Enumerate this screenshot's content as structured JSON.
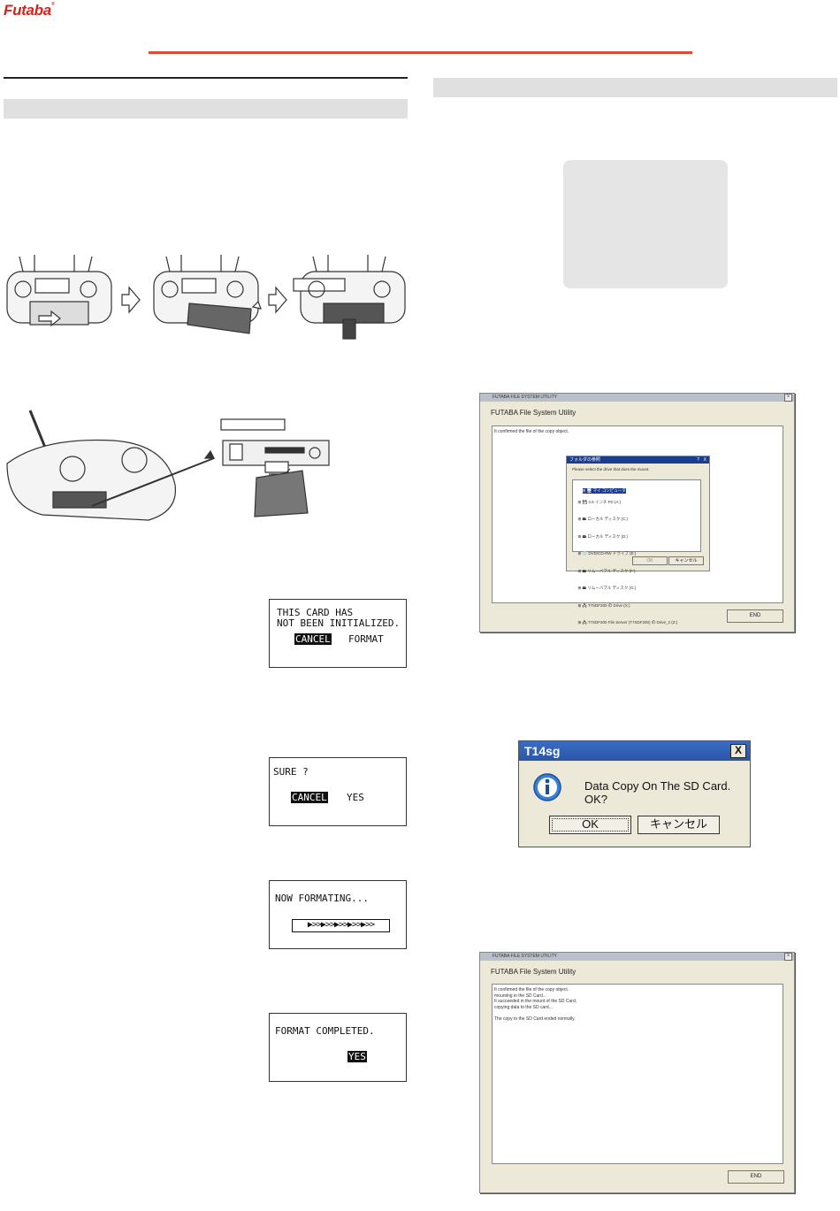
{
  "header": {
    "brand": "Futaba",
    "trademark": "®"
  },
  "lcd_screens": {
    "not_initialized": {
      "line1": "THIS CARD HAS",
      "line2": "NOT BEEN INITIALIZED.",
      "cancel": "CANCEL",
      "format": "FORMAT"
    },
    "sure": {
      "line1": "SURE ?",
      "cancel": "CANCEL",
      "yes": "YES"
    },
    "formatting": {
      "line1": "NOW FORMATING...",
      "progress": "▶>>▶>>▶>>▶>>▶>>"
    },
    "completed": {
      "line1": "FORMAT COMPLETED.",
      "yes": "YES"
    }
  },
  "utility_window_1": {
    "titlebar": "FUTABA FILE SYSTEM UTILITY",
    "app_title": "FUTABA File System Utility",
    "log": "It confirmed the file of the copy object.",
    "end_button": "END",
    "folder_dialog": {
      "title": "フォルダの参照",
      "help": "?",
      "close": "X",
      "prompt": "Please select the drive that does the mount.",
      "tree": [
        "⊟ 🖥 マイ コンピュータ",
        "  ⊞ 💾 3.5 インチ FD (A:)",
        "  ⊞ 🖴 ローカル ディスク (C:)",
        "  ⊞ 🖴 ローカル ディスク (D:)",
        "  ⊞ 💿 DVD/CD-RW ドライブ (E:)",
        "  ⊞ 🖴 リムーバブル ディスク (F:)",
        "  ⊞ 🖴 リムーバブル ディスク (G:)",
        "  ⊞ 🖧 T7SDF200 の Drive (X:)",
        "  ⊞ 🖧 T7SDF200 File Server (T7SDF200) の Drive_2 (Z:)"
      ],
      "ok": "OK",
      "cancel": "キャンセル"
    }
  },
  "message_box": {
    "title": "T14sg",
    "close": "X",
    "message": "Data Copy On The SD Card. OK?",
    "ok": "OK",
    "cancel": "キャンセル"
  },
  "utility_window_2": {
    "titlebar": "FUTABA FILE SYSTEM UTILITY",
    "app_title": "FUTABA File System Utility",
    "log": "It confirmed the file of the copy object.\nmounting in the SD Card...\nIt succeeded in the mount of the SD Card.\ncopying data to the SD card...\n\nThe copy to the SD Card ended normally.",
    "end_button": "END"
  },
  "colors": {
    "brand_red": "#d8221a",
    "rule_red": "#e04a33",
    "section_gray": "#e0e0e0"
  }
}
